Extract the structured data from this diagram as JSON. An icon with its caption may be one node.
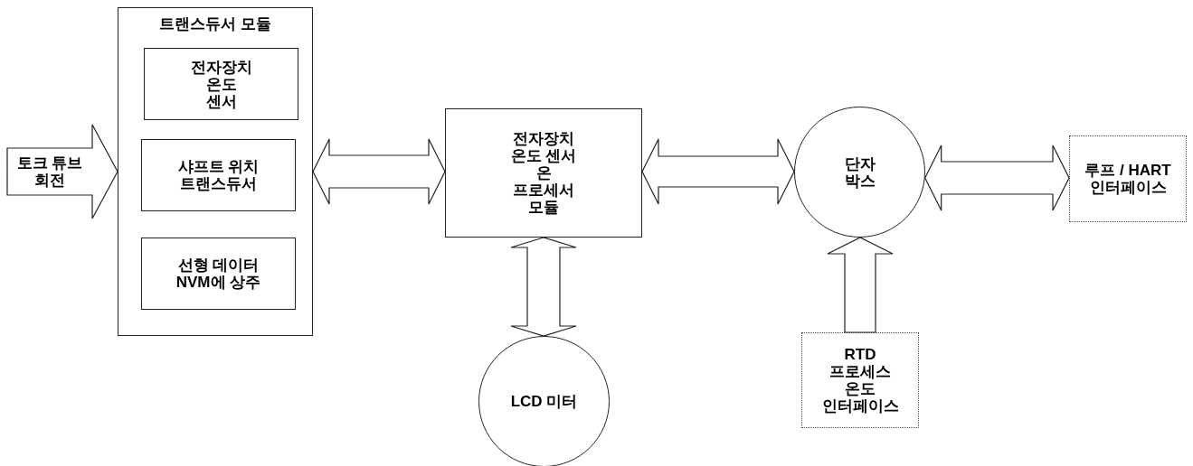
{
  "diagram": {
    "nodes": [
      {
        "text": [
          "트랜스듀서 모듈"
        ]
      },
      {
        "text": [
          "전자장치 온도 센서"
        ],
        "in": 0
      },
      {
        "text": [
          "샤프트 위치 트랜스듀서"
        ],
        "in": 0
      },
      {
        "text": [
          "선형 데이터 NVM에 상주"
        ],
        "in": 0
      },
      {
        "text": [
          "전자장치 온도 센서 온 프로세서 모듈"
        ]
      },
      {
        "text": [
          "LCD 미터"
        ]
      },
      {
        "text": [
          "단자 박스"
        ]
      },
      {
        "text": [
          "루프 / HART 인터페이스"
        ]
      },
      {
        "text": [
          "RTD 프로세스 온도 인터페이스"
        ]
      }
    ],
    "edges": [
      {
        "from": null,
        "to": 0,
        "arrow": "to",
        "label": "토크 튜브 회전"
      },
      {
        "from": 0,
        "to": 4,
        "arrow": "both"
      },
      {
        "from": 4,
        "to": 6,
        "arrow": "both"
      },
      {
        "from": 6,
        "to": 7,
        "arrow": "both"
      },
      {
        "from": 4,
        "to": 5,
        "arrow": "both"
      },
      {
        "from": 8,
        "to": 6,
        "arrow": "to"
      }
    ]
  }
}
